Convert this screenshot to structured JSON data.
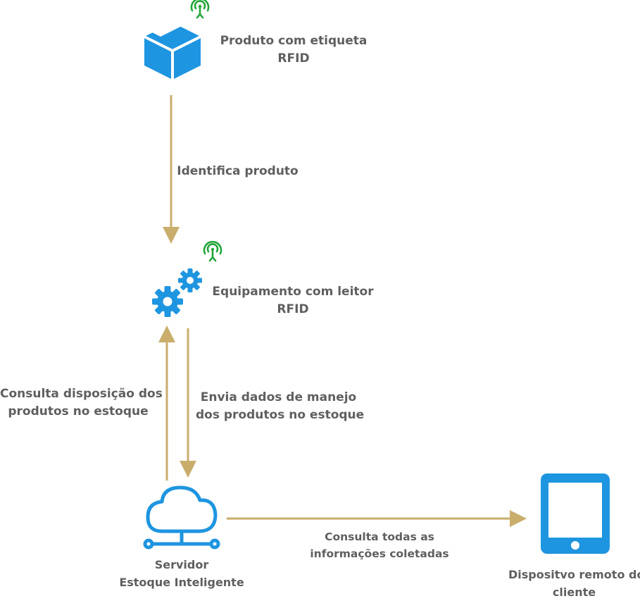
{
  "colors": {
    "icon_blue": "#1e95e0",
    "signal_green": "#22a63a",
    "arrow_gold": "#c9ad6b",
    "text_gray": "#5f5f5f"
  },
  "nodes": {
    "product": {
      "icon": "box-icon",
      "signal_icon": "rfid-signal-icon",
      "lines": [
        "Produto com etiqueta",
        "RFID"
      ]
    },
    "reader": {
      "icon": "gears-icon",
      "signal_icon": "rfid-signal-icon",
      "lines": [
        "Equipamento com leitor",
        "RFID"
      ]
    },
    "server": {
      "icon": "cloud-server-icon",
      "lines": [
        "Servidor",
        "Estoque Inteligente"
      ]
    },
    "device": {
      "icon": "tablet-icon",
      "lines": [
        "Dispositvo remoto do",
        "cliente"
      ]
    }
  },
  "edges": {
    "product_to_reader": {
      "lines": [
        "Identifica produto"
      ]
    },
    "server_to_reader": {
      "lines": [
        "Consulta disposição dos",
        "produtos no estoque"
      ]
    },
    "reader_to_server": {
      "lines": [
        "Envia dados de manejo",
        "dos produtos no estoque"
      ]
    },
    "server_to_device": {
      "lines": [
        "Consulta todas as",
        "informações coletadas"
      ]
    }
  }
}
